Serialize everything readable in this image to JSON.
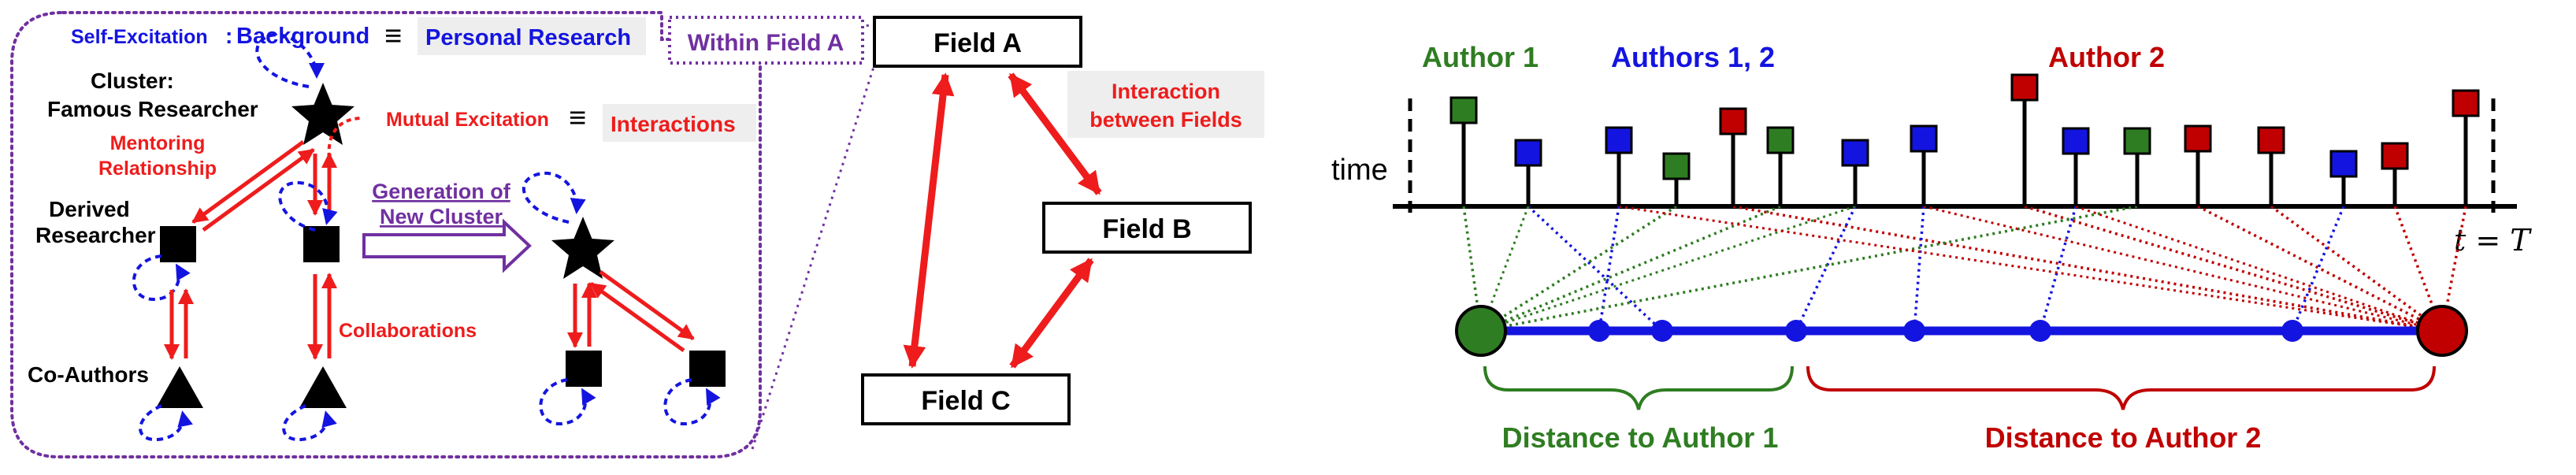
{
  "colors": {
    "blue": "#1414e0",
    "red": "#ee1c1c",
    "green": "#2f7d22",
    "darkred": "#c00000",
    "purple": "#7030a0",
    "black": "#000000",
    "boxfill": "#eeeeee"
  },
  "left_panel": {
    "self_excitation_label": "Self-Excitation",
    "colon": ":",
    "background_label": "Background",
    "equiv_symbol": "≡",
    "personal_research_label": "Personal Research",
    "within_field_label": "Within Field A",
    "cluster_label": "Cluster:",
    "famous_researcher_label": "Famous Researcher",
    "mutual_excitation_label": "Mutual Excitation",
    "interactions_label": "Interactions",
    "mentoring_label_1": "Mentoring",
    "mentoring_label_2": "Relationship",
    "generation_label_1": "Generation of",
    "generation_label_2": "New Cluster",
    "derived_label_1": "Derived",
    "derived_label_2": "Researcher",
    "collaborations_label": "Collaborations",
    "coauthors_label": "Co-Authors"
  },
  "fields_panel": {
    "field_a": "Field A",
    "field_b": "Field B",
    "field_c": "Field C",
    "interaction_label_1": "Interaction",
    "interaction_label_2": "between Fields"
  },
  "timeline_panel": {
    "author1_label": "Author 1",
    "authors12_label": "Authors 1, 2",
    "author2_label": "Author 2",
    "time_label": "time",
    "t_end_label": "t = T",
    "distance1_label": "Distance to Author 1",
    "distance2_label": "Distance to Author 2"
  }
}
